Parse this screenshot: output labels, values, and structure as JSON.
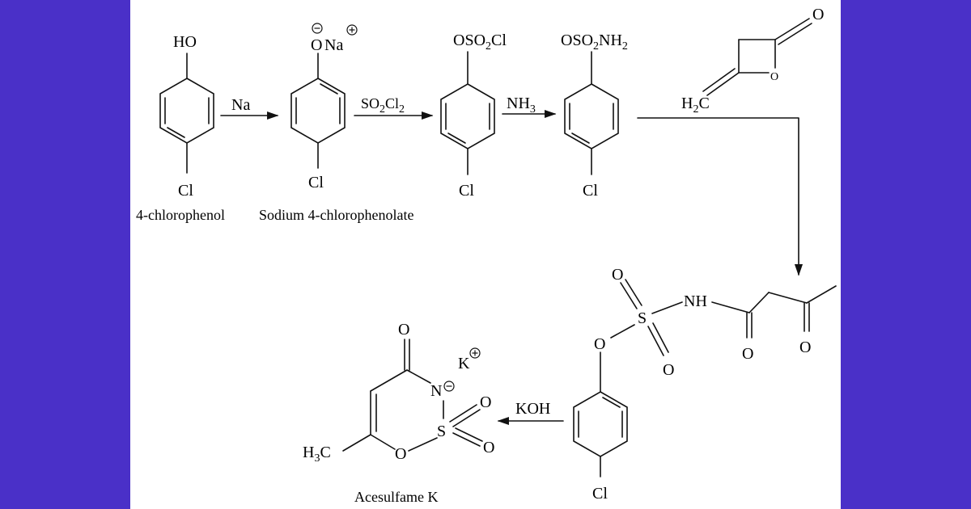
{
  "colors": {
    "band": "#4a30c8",
    "canvas": "#ffffff",
    "ink": "#111111"
  },
  "compounds": {
    "c1": {
      "top": "HO",
      "bottom": "Cl",
      "name": "4-chlorophenol"
    },
    "c2": {
      "o": "O",
      "na": "Na",
      "bottom": "Cl",
      "name": "Sodium 4-chlorophenolate"
    },
    "c3": {
      "osoSub": "OSO",
      "sub": "2",
      "cl": "Cl",
      "bottom": "Cl"
    },
    "c4": {
      "osoSub": "OSO",
      "sub": "2",
      "nh": "NH",
      "sub2": "2",
      "bottom": "Cl"
    },
    "diketene": {
      "h": "H",
      "sub": "2",
      "c": "C",
      "o_ring": "O",
      "o_exo": "O"
    },
    "intermediate": {
      "nh": "NH",
      "s": "S",
      "o1": "O",
      "o2": "O",
      "o_ester": "O",
      "o_amide": "O",
      "o_ketone": "O",
      "bottom": "Cl"
    },
    "product": {
      "h": "H",
      "sub": "3",
      "c": "C",
      "n": "N",
      "s": "S",
      "o_ring": "O",
      "o_top": "O",
      "o_s1": "O",
      "o_s2": "O",
      "k": "K",
      "name": "Acesulfame K"
    }
  },
  "reagents": {
    "r1": "Na",
    "r2": {
      "main": "SO",
      "sub": "2",
      "cl": "Cl",
      "sub2": "2"
    },
    "r3": {
      "main": "NH",
      "sub": "3"
    },
    "r4": "KOH"
  }
}
